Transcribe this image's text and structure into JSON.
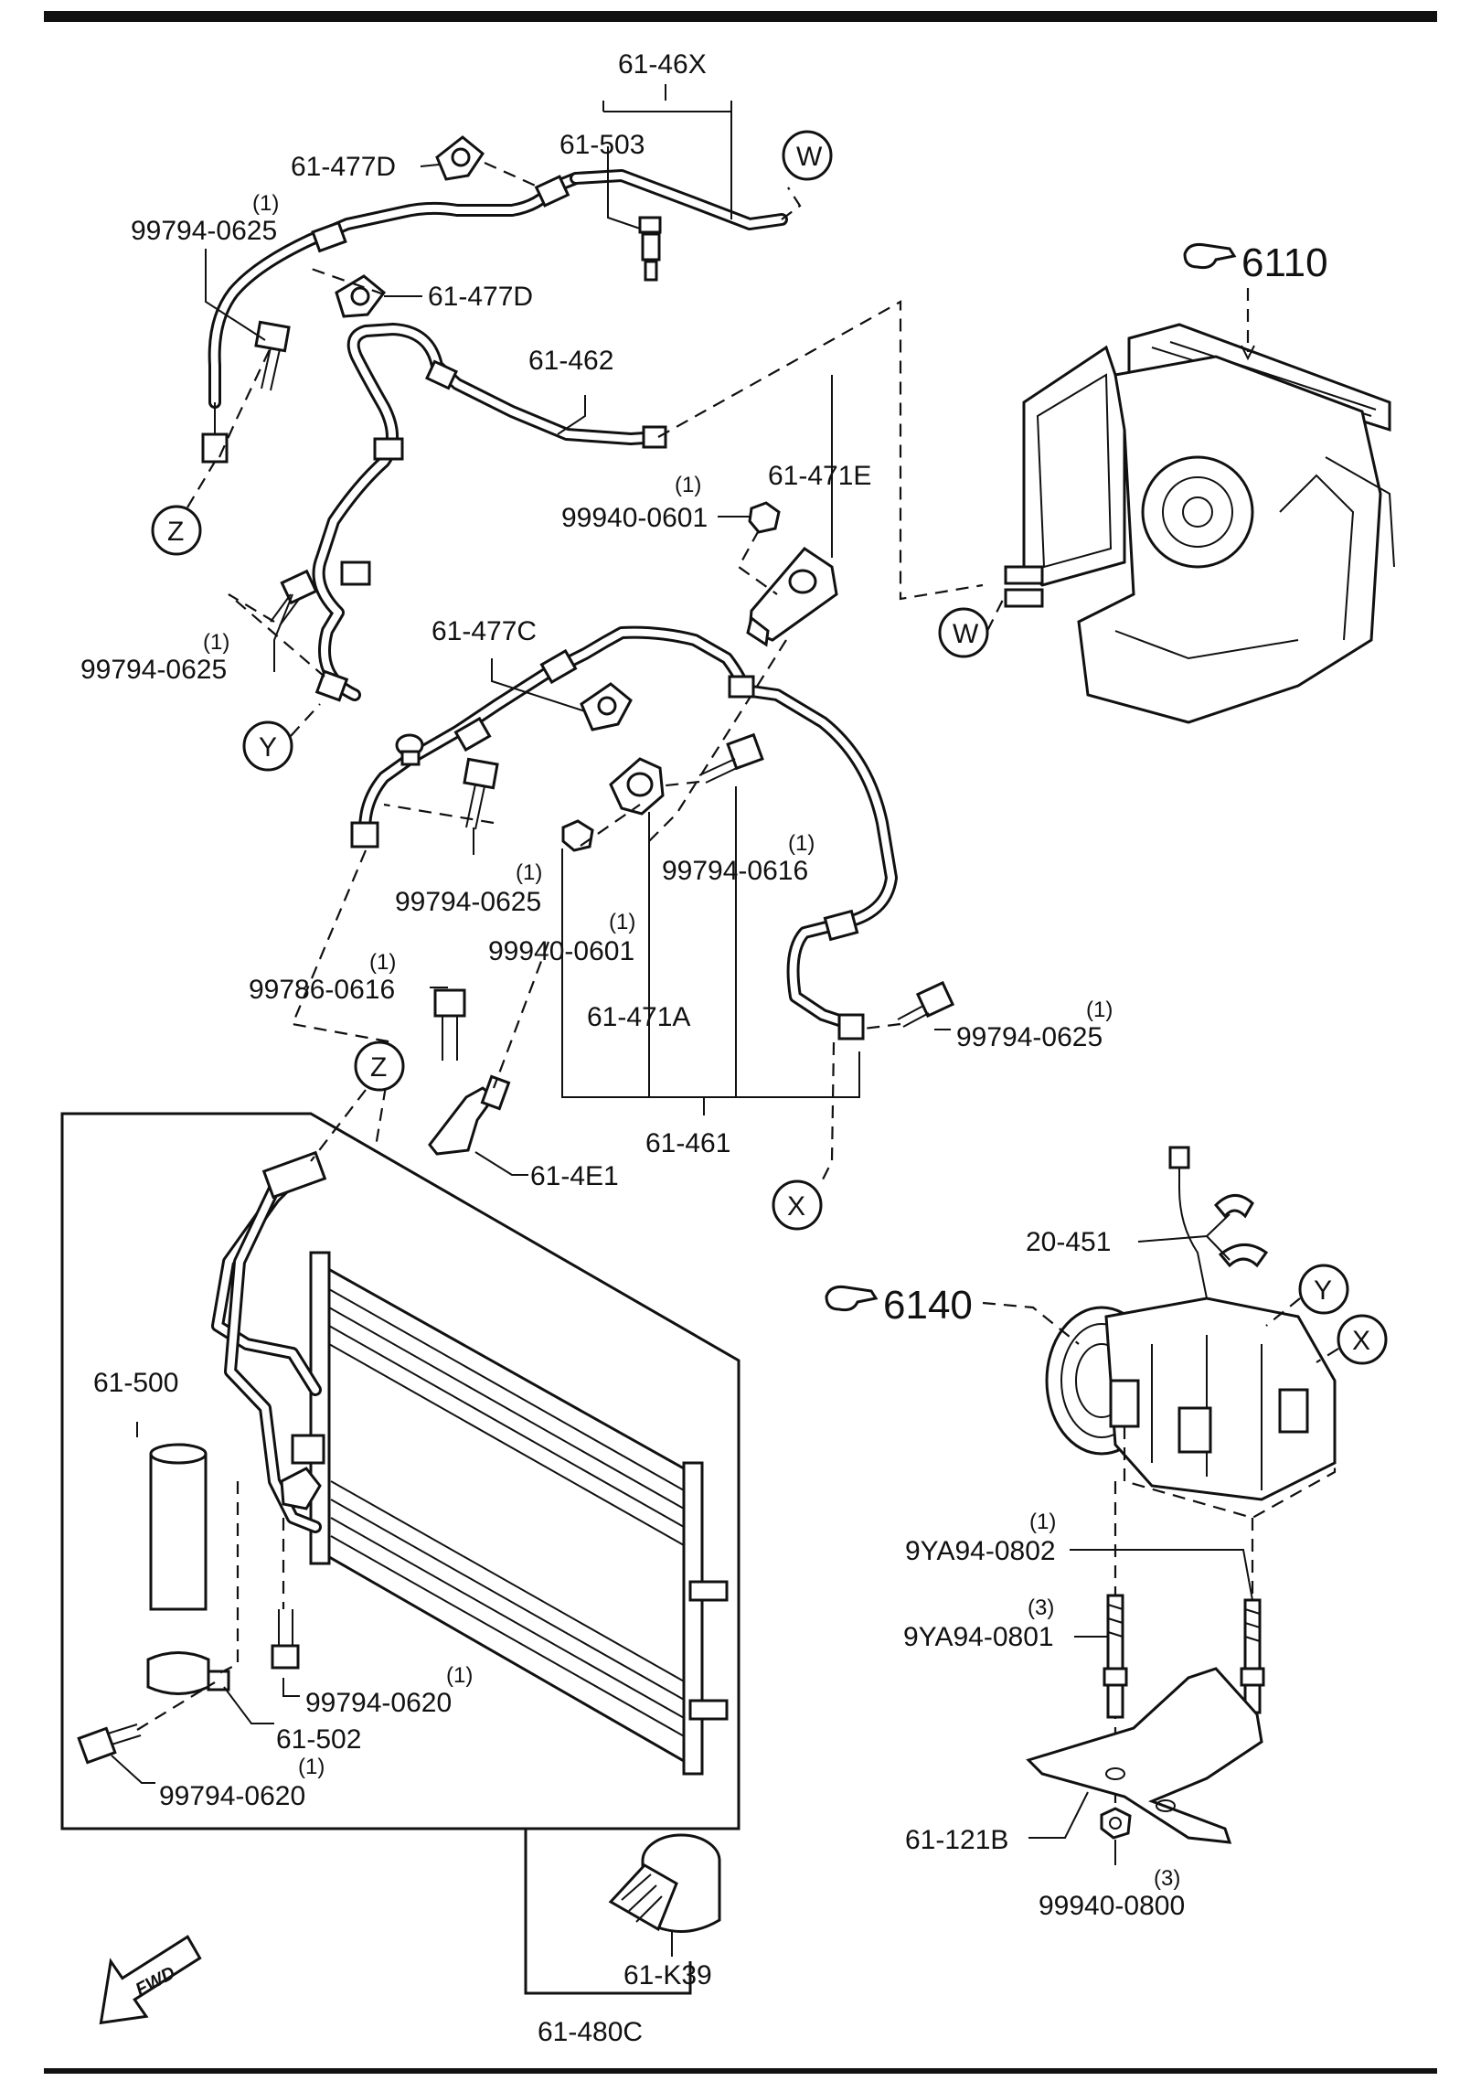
{
  "labels": {
    "lbl_61_46X": "61-46X",
    "lbl_61_503": "61-503",
    "lbl_61_477D_a": "61-477D",
    "lbl_61_477D_b": "61-477D",
    "lbl_99794_0625_a": "99794-0625",
    "lbl_61_462": "61-462",
    "lbl_99940_0601_a": "99940-0601",
    "lbl_61_471E": "61-471E",
    "lbl_99794_0625_b": "99794-0625",
    "lbl_61_477C": "61-477C",
    "lbl_99794_0625_c": "99794-0625",
    "lbl_99794_0616": "99794-0616",
    "lbl_99940_0601_b": "99940-0601",
    "lbl_99786_0616": "99786-0616",
    "lbl_61_471A": "61-471A",
    "lbl_99794_0625_d": "99794-0625",
    "lbl_61_461": "61-461",
    "lbl_61_4E1": "61-4E1",
    "lbl_20_451": "20-451",
    "lbl_61_500": "61-500",
    "lbl_99794_0620_a": "99794-0620",
    "lbl_61_502": "61-502",
    "lbl_99794_0620_b": "99794-0620",
    "lbl_9YA94_0802": "9YA94-0802",
    "lbl_9YA94_0801": "9YA94-0801",
    "lbl_61_121B": "61-121B",
    "lbl_99940_0800": "99940-0800",
    "lbl_61_K39": "61-K39",
    "lbl_61_480C": "61-480C"
  },
  "quantities": {
    "q_99794_0625_a": "(1)",
    "q_99940_0601_a": "(1)",
    "q_99794_0625_b": "(1)",
    "q_99794_0625_c": "(1)",
    "q_99794_0616": "(1)",
    "q_99940_0601_b": "(1)",
    "q_99786_0616": "(1)",
    "q_99794_0625_d": "(1)",
    "q_99794_0620_a": "(1)",
    "q_99794_0620_b": "(1)",
    "q_9YA94_0802": "(1)",
    "q_9YA94_0801": "(3)",
    "q_99940_0800": "(3)"
  },
  "references": {
    "ref_6110": "6110",
    "ref_6140": "6140"
  },
  "connectors": {
    "W_top": "W",
    "W_unit": "W",
    "Z_left": "Z",
    "Y_left": "Y",
    "Z_mid": "Z",
    "X_mid": "X",
    "Y_comp": "Y",
    "X_comp": "X"
  },
  "fwd_badge": "FWD",
  "icons": {
    "reference_pointer": "pointing-hand-icon",
    "direction_arrow": "forward-arrow-icon"
  }
}
